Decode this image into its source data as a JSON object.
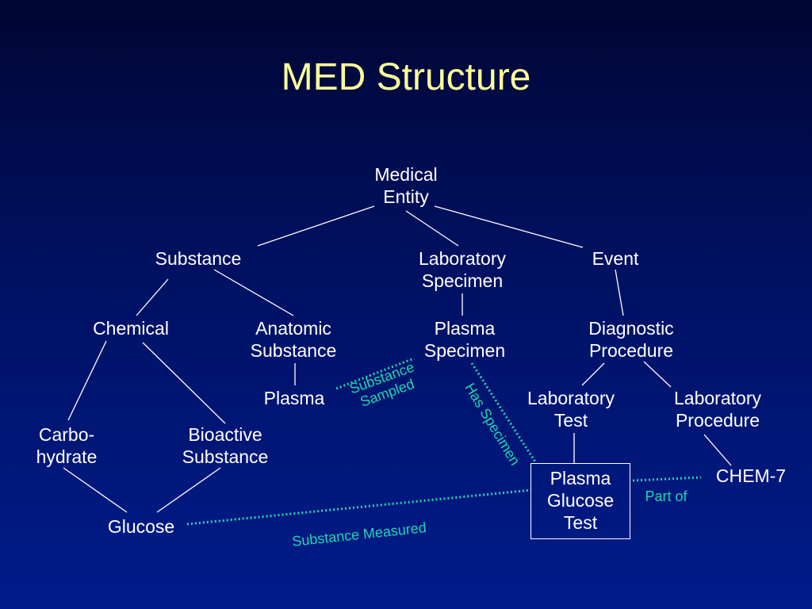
{
  "title": "MED Structure",
  "nodes": {
    "medical_entity": [
      "Medical",
      "Entity"
    ],
    "substance": [
      "Substance"
    ],
    "laboratory_specimen": [
      "Laboratory",
      "Specimen"
    ],
    "event": [
      "Event"
    ],
    "chemical": [
      "Chemical"
    ],
    "anatomic_substance": [
      "Anatomic",
      "Substance"
    ],
    "plasma_specimen": [
      "Plasma",
      "Specimen"
    ],
    "diagnostic_procedure": [
      "Diagnostic",
      "Procedure"
    ],
    "plasma": [
      "Plasma"
    ],
    "laboratory_test": [
      "Laboratory",
      "Test"
    ],
    "laboratory_procedure": [
      "Laboratory",
      "Procedure"
    ],
    "carbohydrate": [
      "Carbo-",
      "hydrate"
    ],
    "bioactive_substance": [
      "Bioactive",
      "Substance"
    ],
    "chem7": [
      "CHEM-7"
    ],
    "plasma_glucose_test": [
      "Plasma",
      "Glucose",
      "Test"
    ],
    "glucose": [
      "Glucose"
    ]
  },
  "relations": {
    "substance_sampled": [
      "Substance",
      "Sampled"
    ],
    "has_specimen": [
      "Has Specimen"
    ],
    "part_of": [
      "Part of"
    ],
    "substance_measured": [
      "Substance Measured"
    ]
  },
  "colors": {
    "title": "#ffff99",
    "node_text": "#ffffff",
    "relation": "#1fd6b0",
    "background_top": "#000633",
    "background_bottom": "#001c8c"
  }
}
